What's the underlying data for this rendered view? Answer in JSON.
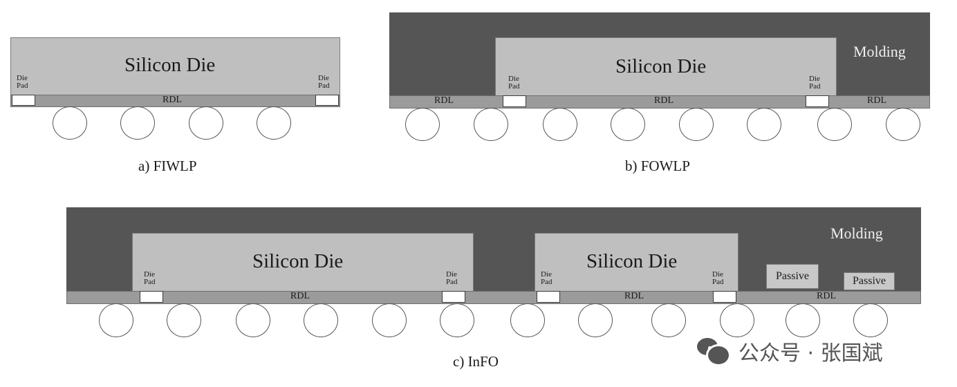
{
  "labels": {
    "silicon_die": "Silicon Die",
    "die": "Die",
    "pad": "Pad",
    "rdl": "RDL",
    "molding": "Molding",
    "passive": "Passive"
  },
  "captions": {
    "a": "a) FIWLP",
    "b": "b) FOWLP",
    "c": "c) InFO"
  },
  "watermark": {
    "text": "公众号 · 张国斌",
    "icon": "wechat-icon"
  },
  "colors": {
    "molding": "#555555",
    "silicon_die": "#bfbfbf",
    "rdl": "#9b9b9b",
    "pad": "#ffffff"
  }
}
